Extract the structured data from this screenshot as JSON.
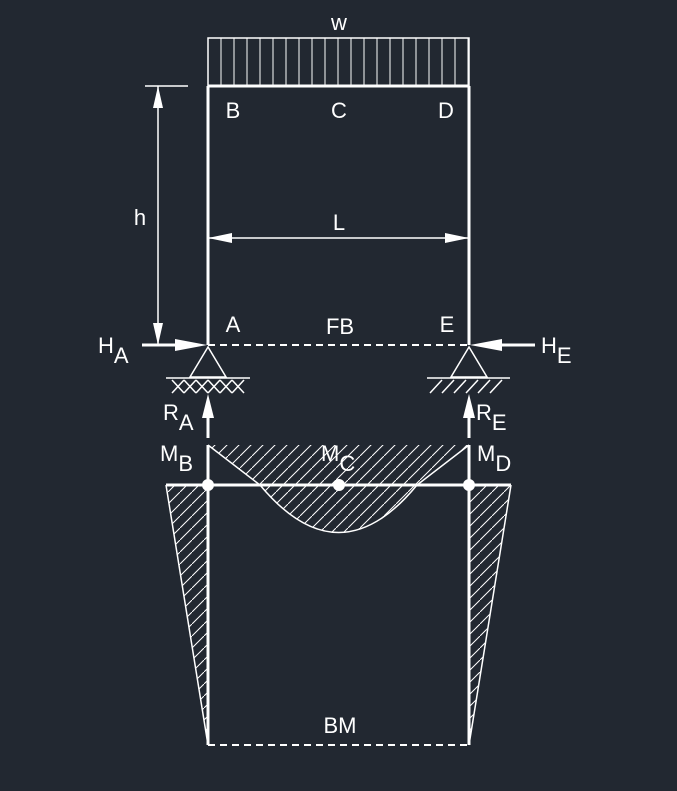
{
  "colors": {
    "background": "#222831",
    "ink": "#ffffff"
  },
  "loads": {
    "distributed_load": "w"
  },
  "dimensions": {
    "height": "h",
    "span": "L"
  },
  "frame": {
    "node_b": "B",
    "node_c": "C",
    "node_d": "D",
    "node_a": "A",
    "node_e": "E",
    "fb_label": "FB"
  },
  "reactions": {
    "ha_main": "H",
    "ha_sub": "A",
    "he_main": "H",
    "he_sub": "E",
    "ra_main": "R",
    "ra_sub": "A",
    "re_main": "R",
    "re_sub": "E"
  },
  "moments": {
    "mb_main": "M",
    "mb_sub": "B",
    "mc_main": "M",
    "mc_sub": "C",
    "md_main": "M",
    "md_sub": "D",
    "bm_label": "BM"
  }
}
